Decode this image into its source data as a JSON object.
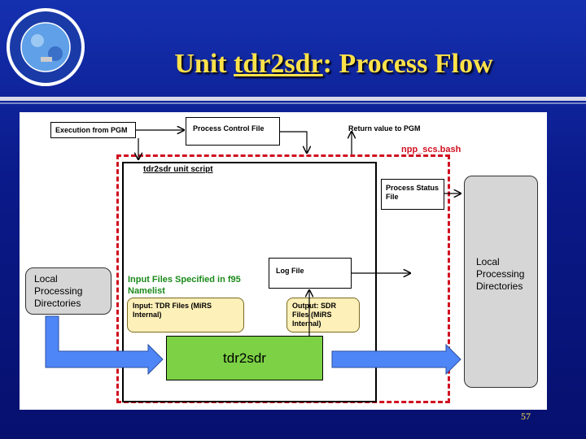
{
  "title": {
    "prefix": "Unit ",
    "underlined": "tdr2sdr",
    "suffix": ": Process Flow"
  },
  "page_number": "57",
  "boxes": {
    "execution": "Execution from PGM",
    "process_control": "Process Control File",
    "return_value": "Return value to PGM",
    "npp_script": "npp_scs.bash",
    "unit_script": "tdr2sdr unit script",
    "process_status": "Process Status File",
    "log_file": "Log File",
    "input_files_label": "Input Files Specified in f95 Namelist",
    "input_tdr": "Input: TDR Files (MiRS Internal)",
    "output_sdr": "Output: SDR Files (MiRS Internal)",
    "tdr2sdr": "tdr2sdr",
    "local_left": "Local Processing Directories",
    "local_right": "Local Processing Directories"
  },
  "colors": {
    "title": "#ffe24a",
    "background": "#0b1a8c",
    "dashed": "#d01020",
    "green_box": "#7cd145",
    "input_label": "#1a8a1a",
    "yellow_box": "#fdf0b8",
    "grey_box": "#d6d6d6",
    "big_arrow": "#4f86f7"
  }
}
